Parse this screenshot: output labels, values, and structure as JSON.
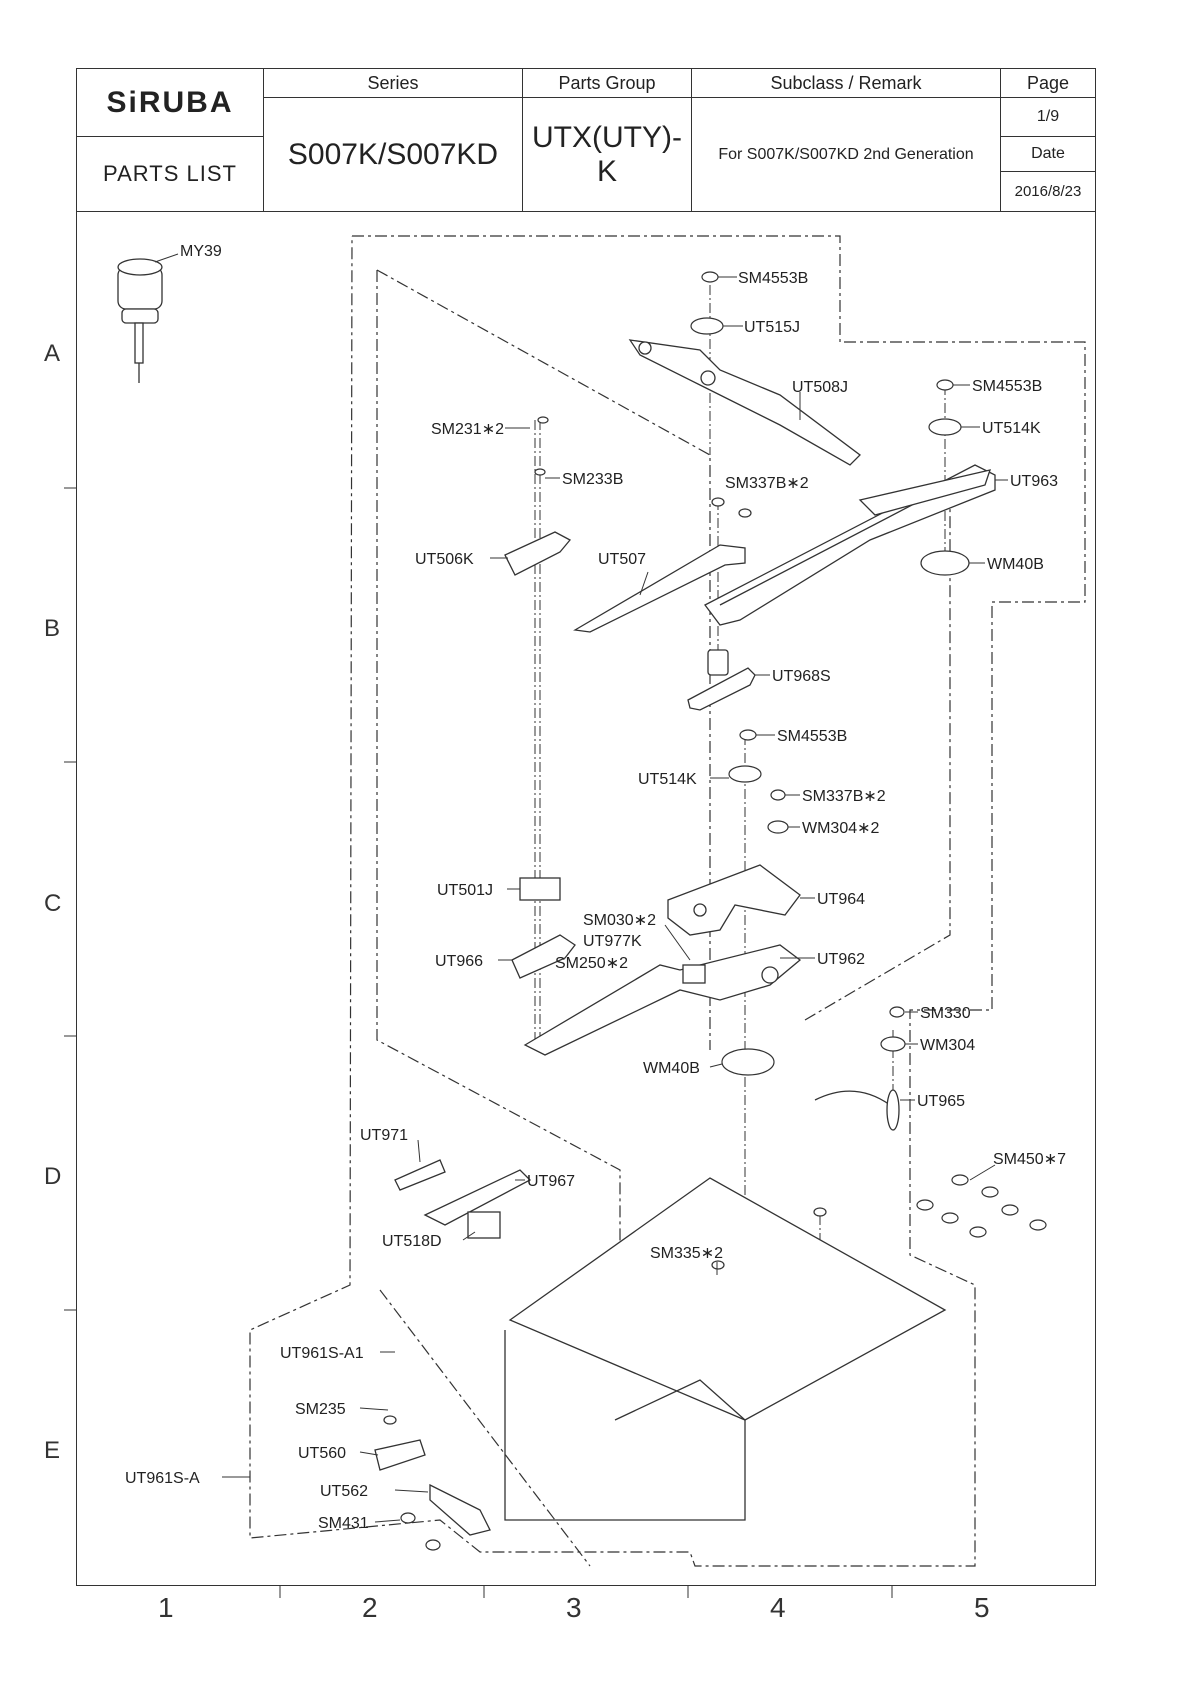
{
  "header": {
    "brand": "SiRUBA",
    "doc_type": "PARTS LIST",
    "series_label": "Series",
    "series_value": "S007K/S007KD",
    "parts_group_label": "Parts Group",
    "parts_group_value": "UTX(UTY)-K",
    "subclass_label": "Subclass / Remark",
    "subclass_value": "For S007K/S007KD 2nd Generation",
    "page_label": "Page",
    "page_value": "1/9",
    "date_label": "Date",
    "date_value": "2016/8/23"
  },
  "grid": {
    "rows": [
      "A",
      "B",
      "C",
      "D",
      "E"
    ],
    "cols": [
      "1",
      "2",
      "3",
      "4",
      "5"
    ]
  },
  "parts": {
    "my39": "MY39",
    "sm4553b_1": "SM4553B",
    "ut515j": "UT515J",
    "ut508j": "UT508J",
    "sm4553b_2": "SM4553B",
    "ut514k_1": "UT514K",
    "sm231": "SM231∗2",
    "sm233b": "SM233B",
    "sm337b_1": "SM337B∗2",
    "ut963": "UT963",
    "ut506k": "UT506K",
    "ut507": "UT507",
    "wm40b_1": "WM40B",
    "ut968s": "UT968S",
    "sm4553b_3": "SM4553B",
    "ut514k_2": "UT514K",
    "sm337b_2": "SM337B∗2",
    "wm304_2": "WM304∗2",
    "ut501j": "UT501J",
    "ut964": "UT964",
    "sm030": "SM030∗2",
    "ut977k": "UT977K",
    "ut966": "UT966",
    "sm250": "SM250∗2",
    "ut962": "UT962",
    "sm330": "SM330",
    "wm304": "WM304",
    "wm40b_2": "WM40B",
    "ut965": "UT965",
    "ut971": "UT971",
    "sm450": "SM450∗7",
    "ut967": "UT967",
    "ut518d": "UT518D",
    "sm335": "SM335∗2",
    "ut961s_a1": "UT961S-A1",
    "sm235": "SM235",
    "ut560": "UT560",
    "ut961s_a": "UT961S-A",
    "ut562": "UT562",
    "sm431": "SM431"
  }
}
